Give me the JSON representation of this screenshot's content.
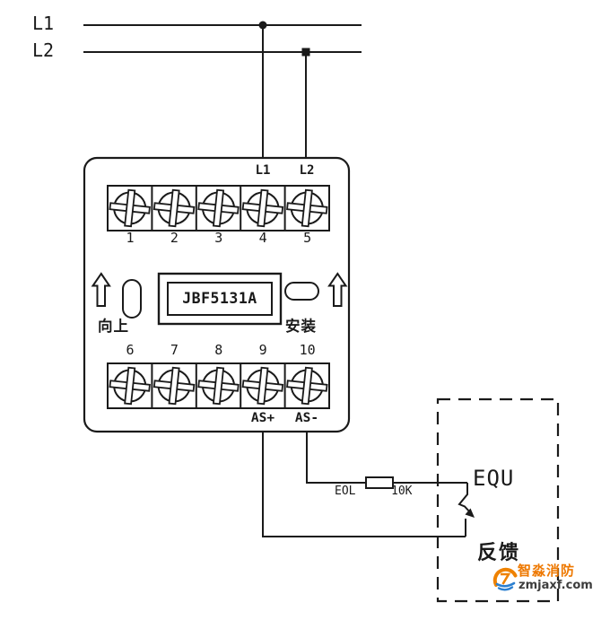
{
  "bus": {
    "l1": "L1",
    "l2": "L2"
  },
  "module": {
    "model": "JBF5131A",
    "top_terminal_labels": {
      "l1": "L1",
      "l2": "L2"
    },
    "top_terminals": [
      "1",
      "2",
      "3",
      "4",
      "5"
    ],
    "bottom_terminals": [
      "6",
      "7",
      "8",
      "9",
      "10"
    ],
    "as_plus": "AS+",
    "as_minus": "AS-",
    "orientation_label": "向上",
    "install_label": "安装"
  },
  "eol_resistor": {
    "label": "EOL",
    "value": "10K"
  },
  "equipment": {
    "label": "EQU",
    "feedback_label": "反馈"
  },
  "watermark": {
    "brand": "智淼消防",
    "site": "zmjaxf.com",
    "brand_color": "#ee7800",
    "site_color": "#3d3d3d"
  },
  "colors": {
    "line": "#1a1a1a",
    "background": "#ffffff"
  }
}
